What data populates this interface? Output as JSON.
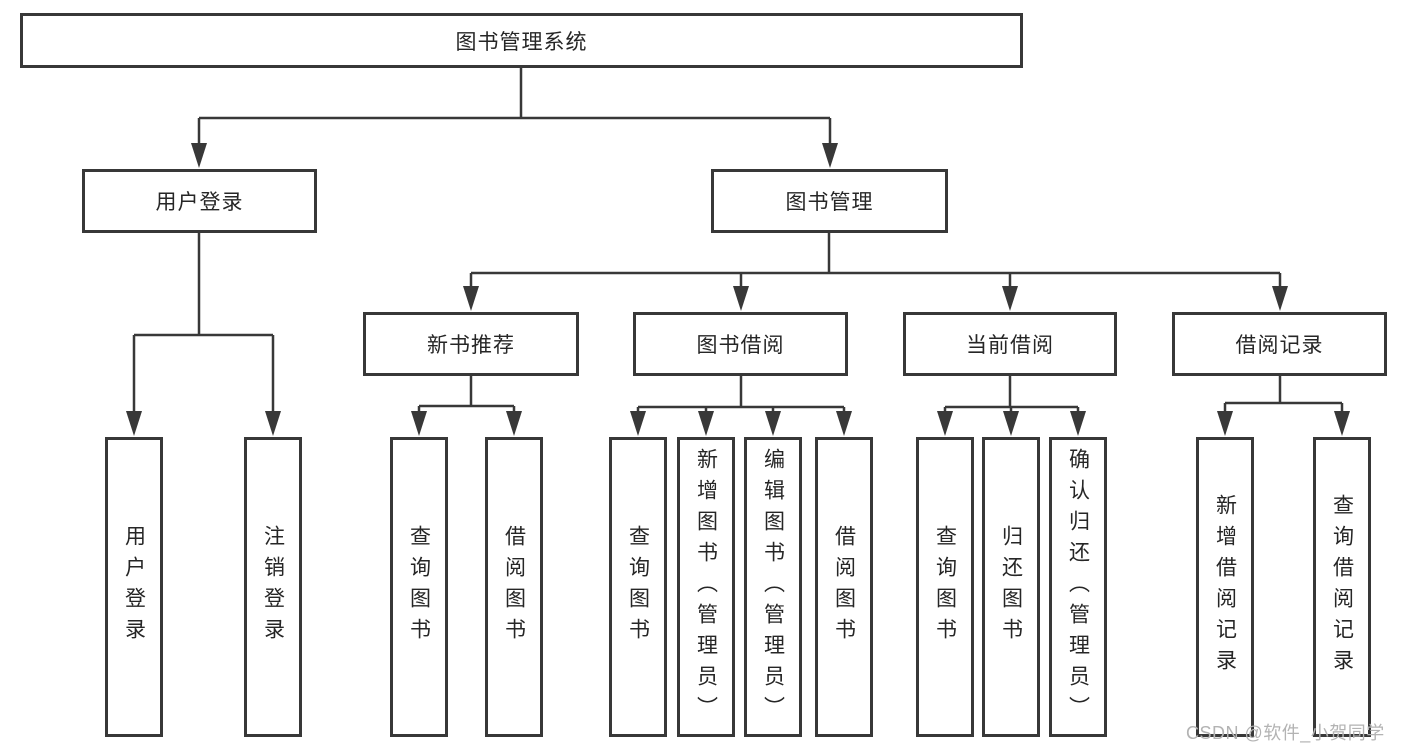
{
  "diagram": {
    "root": {
      "label": "图书管理系统"
    },
    "level2": [
      {
        "label": "用户登录"
      },
      {
        "label": "图书管理"
      }
    ],
    "level3": [
      {
        "label": "新书推荐"
      },
      {
        "label": "图书借阅"
      },
      {
        "label": "当前借阅"
      },
      {
        "label": "借阅记录"
      }
    ],
    "leaves": {
      "user_login": [
        "用户登录",
        "注销登录"
      ],
      "new_book_recommend": [
        "查询图书",
        "借阅图书"
      ],
      "book_borrowing": [
        "查询图书",
        "新增图书（管理员）",
        "编辑图书（管理员）",
        "借阅图书"
      ],
      "current_borrowing": [
        "查询图书",
        "归还图书",
        "确认归还（管理员）"
      ],
      "borrowing_records": [
        "新增借阅记录",
        "查询借阅记录"
      ]
    }
  },
  "watermark": {
    "text": "CSDN @软件_小贺同学"
  },
  "colors": {
    "line": "#383838",
    "box_border": "#383838",
    "text": "#262626",
    "watermark": "#b3b3b3",
    "background": "#ffffff"
  }
}
